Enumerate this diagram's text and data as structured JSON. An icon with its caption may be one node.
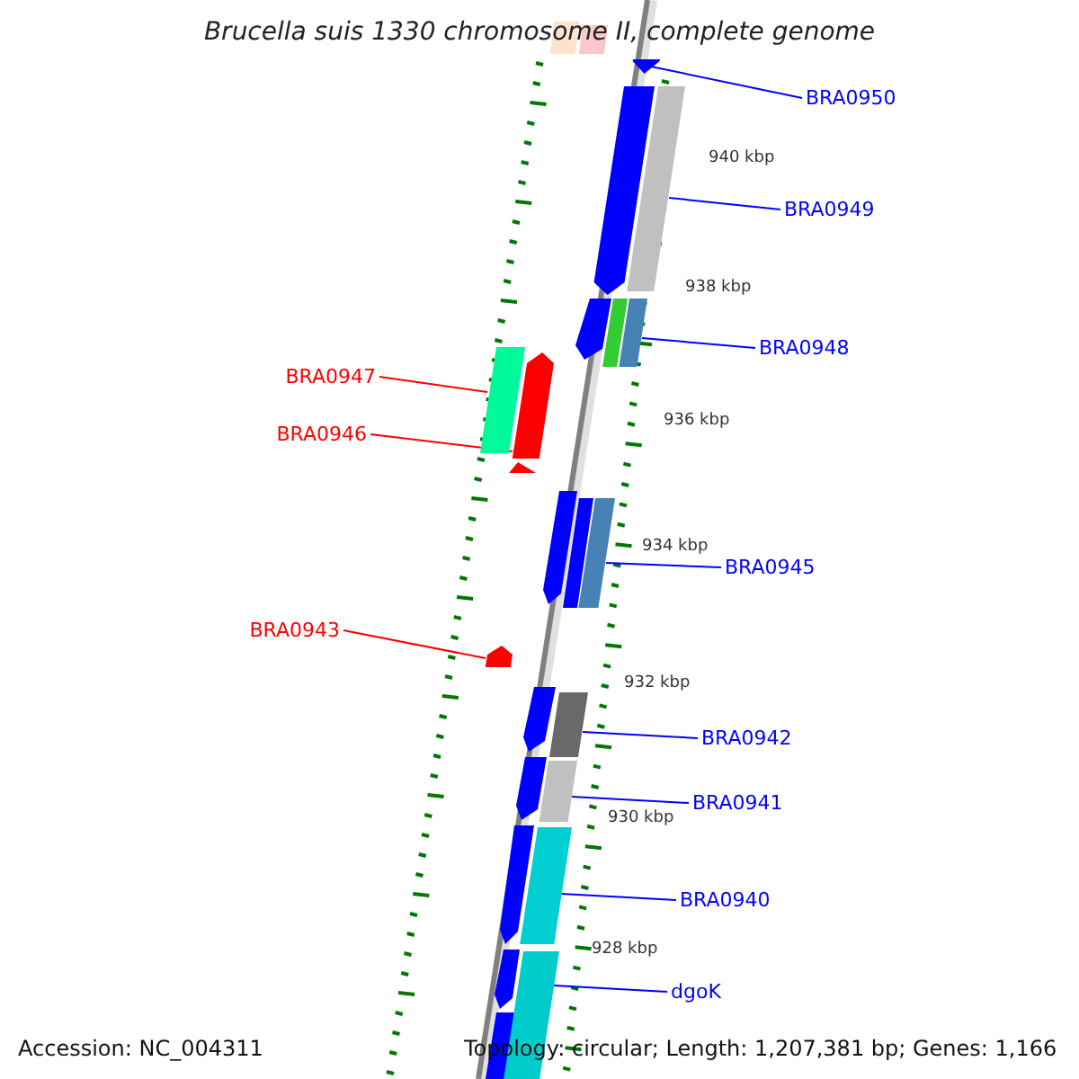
{
  "diagram": {
    "title": "Brucella suis 1330 chromosome II, complete genome",
    "nodes": [
      {
        "text": [
          "BRA0950"
        ]
      },
      {
        "text": [
          "BRA0949"
        ]
      },
      {
        "text": [
          "BRA0948"
        ]
      },
      {
        "text": [
          "BRA0947"
        ]
      },
      {
        "text": [
          "BRA0946"
        ]
      },
      {
        "text": [
          "BRA0945"
        ]
      },
      {
        "text": [
          "BRA0943"
        ]
      },
      {
        "text": [
          "BRA0942"
        ]
      },
      {
        "text": [
          "BRA0941"
        ]
      },
      {
        "text": [
          "BRA0940"
        ]
      },
      {
        "text": [
          "dgoK"
        ]
      },
      {
        "text": [],
        "shape": "arrow"
      },
      {
        "text": [],
        "shape": "bar"
      },
      {
        "text": [],
        "shape": "bar"
      },
      {
        "text": [],
        "shape": "bar"
      },
      {
        "text": [],
        "shape": "arrow"
      },
      {
        "text": [],
        "shape": "bar"
      },
      {
        "text": [],
        "shape": "arrow"
      },
      {
        "text": [],
        "shape": "bar"
      },
      {
        "text": [],
        "shape": "bar"
      },
      {
        "text": [],
        "shape": "bar"
      },
      {
        "text": [],
        "shape": "bar"
      },
      {
        "text": [],
        "shape": "arrow"
      }
    ],
    "edges": [
      {
        "from": 0,
        "to": 11,
        "arrow": "none"
      },
      {
        "from": 1,
        "to": 12,
        "arrow": "none"
      },
      {
        "from": 2,
        "to": 13,
        "arrow": "none"
      },
      {
        "from": 3,
        "to": 14,
        "arrow": "none",
        "color": "#ff0000"
      },
      {
        "from": 4,
        "to": 15,
        "arrow": "none",
        "color": "#ff0000"
      },
      {
        "from": 5,
        "to": 16,
        "arrow": "none"
      },
      {
        "from": 6,
        "to": 17,
        "arrow": "none",
        "color": "#ff0000"
      },
      {
        "from": 7,
        "to": 18,
        "arrow": "none"
      },
      {
        "from": 8,
        "to": 19,
        "arrow": "none"
      },
      {
        "from": 9,
        "to": 20,
        "arrow": "none"
      },
      {
        "from": 10,
        "to": 21,
        "arrow": "none"
      }
    ],
    "labels": [
      "940 kbp",
      "938 kbp",
      "936 kbp",
      "934 kbp",
      "932 kbp",
      "930 kbp",
      "928 kbp",
      "Accession: NC_004311",
      "Topology: circular; Length: 1,207,381 bp; Genes: 1,166"
    ]
  }
}
